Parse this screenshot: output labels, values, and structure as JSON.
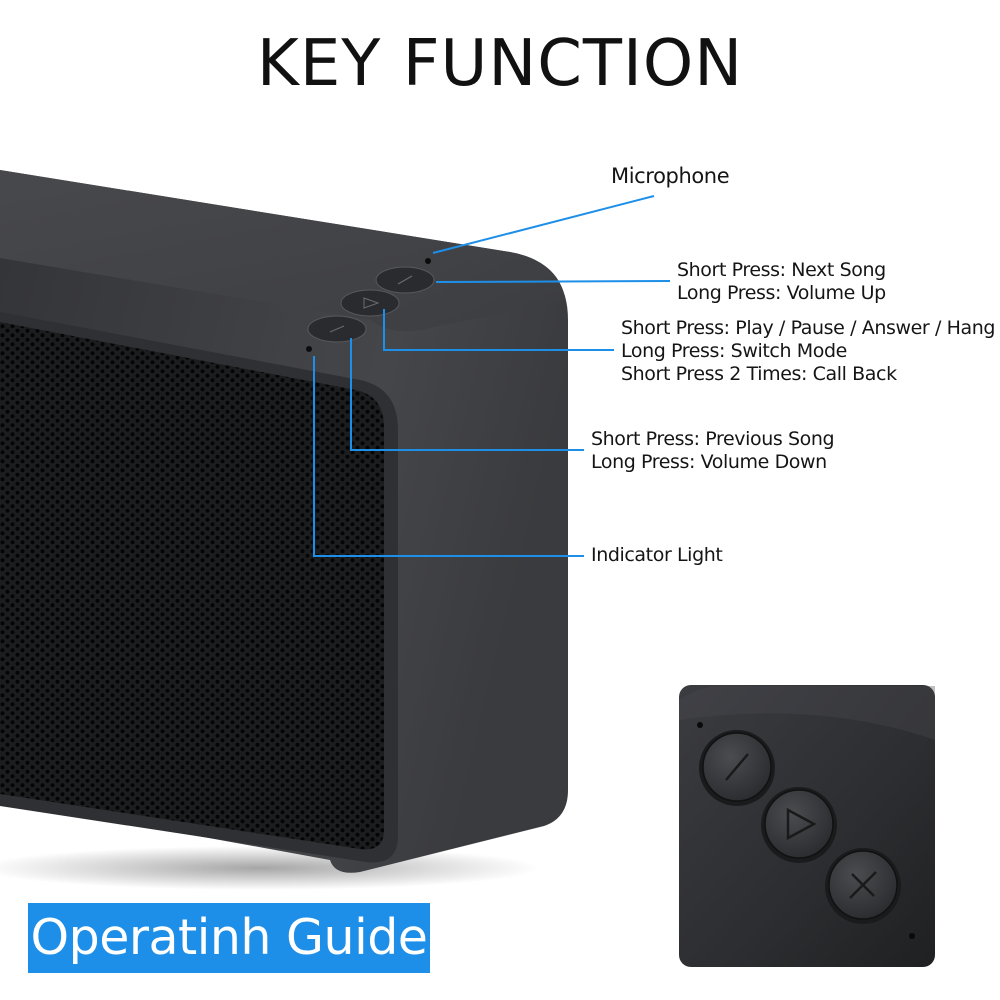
{
  "title": "KEY FUNCTION",
  "callouts": {
    "microphone": {
      "line1": "Microphone"
    },
    "next": {
      "line1": "Short Press: Next Song",
      "line2": "Long Press: Volume Up"
    },
    "play": {
      "line1": "Short Press: Play / Pause / Answer / Hang up",
      "line2": "Long Press: Switch Mode",
      "line3": "Short Press 2 Times: Call Back"
    },
    "prev": {
      "line1": "Short Press: Previous Song",
      "line2": "Long Press: Volume Down"
    },
    "indicator": {
      "line1": "Indicator Light"
    }
  },
  "guide_label": "Operatinh Guide",
  "icons": [
    "microphone-hole-icon",
    "plus-icon",
    "play-icon",
    "minus-icon",
    "indicator-light-icon"
  ],
  "colors": {
    "callout_line": "#1e8fe8",
    "guide_background": "#1e8fe8",
    "speaker_body": "#3e3f42",
    "title_text": "#111111"
  }
}
